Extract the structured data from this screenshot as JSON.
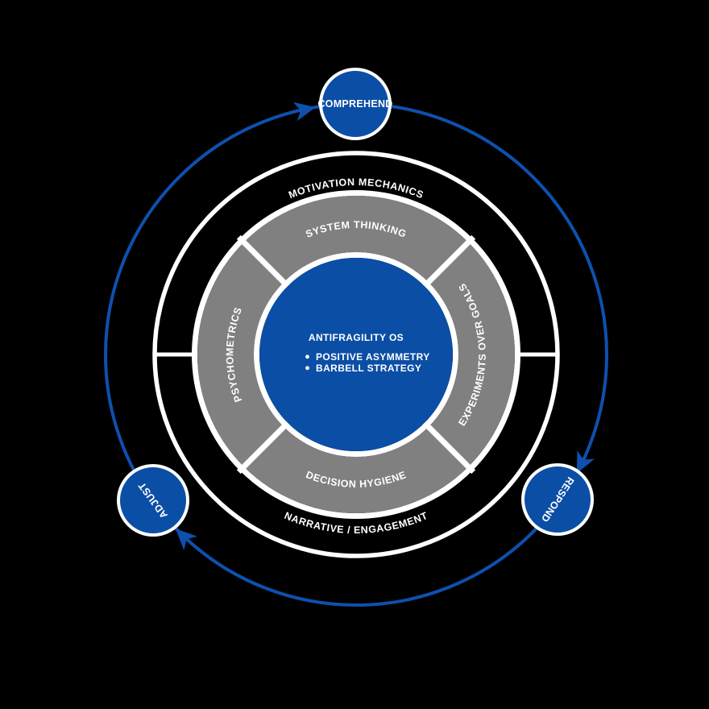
{
  "diagram": {
    "core": {
      "title": "ANTIFRAGILITY OS",
      "bullets": [
        "POSITIVE ASYMMETRY",
        "BARBELL STRATEGY"
      ]
    },
    "middle_ring_segments": [
      {
        "position": "top",
        "label": "SYSTEM THINKING"
      },
      {
        "position": "right",
        "label": "EXPERIMENTS OVER GOALS"
      },
      {
        "position": "bottom",
        "label": "DECISION HYGIENE"
      },
      {
        "position": "left",
        "label": "PSYCHOMETRICS"
      }
    ],
    "outer_ring_labels": [
      {
        "position": "top",
        "label": "MOTIVATION MECHANICS"
      },
      {
        "position": "bottom",
        "label": "NARRATIVE / ENGAGEMENT"
      }
    ],
    "orbit_nodes": [
      {
        "position": "top",
        "label": "COMPREHEND"
      },
      {
        "position": "bottom-right",
        "label": "RESPOND"
      },
      {
        "position": "bottom-left",
        "label": "ADJUST"
      }
    ],
    "flow_direction": "clockwise"
  },
  "colors": {
    "background": "#000000",
    "core-blue": "#0B4EA5",
    "orbit-blue": "#0E50AE",
    "ring-gray": "#808080",
    "ring-white": "#FFFFFF",
    "text-white": "#FFFFFF"
  }
}
